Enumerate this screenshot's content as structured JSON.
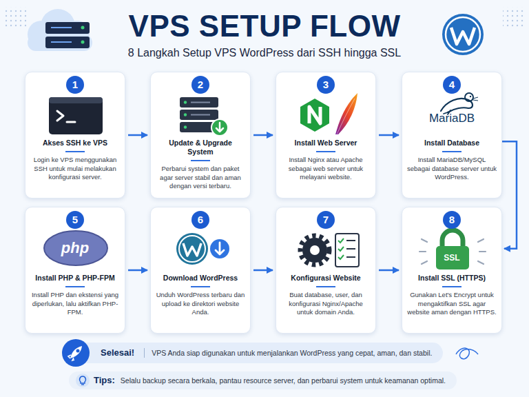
{
  "diagram": {
    "title": "VPS SETUP FLOW",
    "nodes": [
      {
        "text": [
          "1",
          "Akses SSH ke VPS",
          "Login ke VPS menggunakan SSH untuk mulai melakukan konfigurasi server."
        ]
      },
      {
        "text": [
          "2",
          "Update & Upgrade System",
          "Perbarui system dan paket agar server stabil dan aman dengan versi terbaru."
        ]
      },
      {
        "text": [
          "3",
          "Install Web Server",
          "Install Nginx atau Apache sebagai web server untuk melayani website."
        ]
      },
      {
        "text": [
          "4",
          "MariaDB",
          "Install Database",
          "Install MariaDB/MySQL sebagai database server untuk WordPress."
        ]
      },
      {
        "text": [
          "5",
          "php",
          "Install PHP & PHP-FPM",
          "Install PHP dan ekstensi yang diperlukan, lalu aktifkan PHP-FPM."
        ]
      },
      {
        "text": [
          "6",
          "Download WordPress",
          "Unduh WordPress terbaru dan upload ke direktori website Anda."
        ]
      },
      {
        "text": [
          "7",
          "Konfigurasi Website",
          "Buat database, user, dan konfigurasi Nginx/Apache untuk domain Anda."
        ]
      },
      {
        "text": [
          "8",
          "SSL",
          "Install SSL (HTTPS)",
          "Gunakan Let's Encrypt untuk mengaktifkan SSL agar website aman dengan HTTPS."
        ]
      },
      {
        "text": [
          "Selesai!",
          "VPS Anda siap digunakan untuk menjalankan WordPress yang cepat, aman, dan stabil."
        ]
      },
      {
        "text": [
          "Tips:",
          "Selalu backup secara berkala, pantau resource server, dan perbarui system untuk keamanan optimal."
        ]
      }
    ],
    "edges": [
      {
        "from": 0,
        "to": 1,
        "arrow": "to"
      },
      {
        "from": 1,
        "to": 2,
        "arrow": "to"
      },
      {
        "from": 2,
        "to": 3,
        "arrow": "to"
      },
      {
        "from": 3,
        "to": 7,
        "arrow": "to"
      },
      {
        "from": 4,
        "to": 5,
        "arrow": "to"
      },
      {
        "from": 5,
        "to": 6,
        "arrow": "to"
      },
      {
        "from": 6,
        "to": 7,
        "arrow": "to"
      }
    ],
    "labels": [
      "8 Langkah Setup VPS WordPress dari SSH hingga SSL"
    ]
  }
}
